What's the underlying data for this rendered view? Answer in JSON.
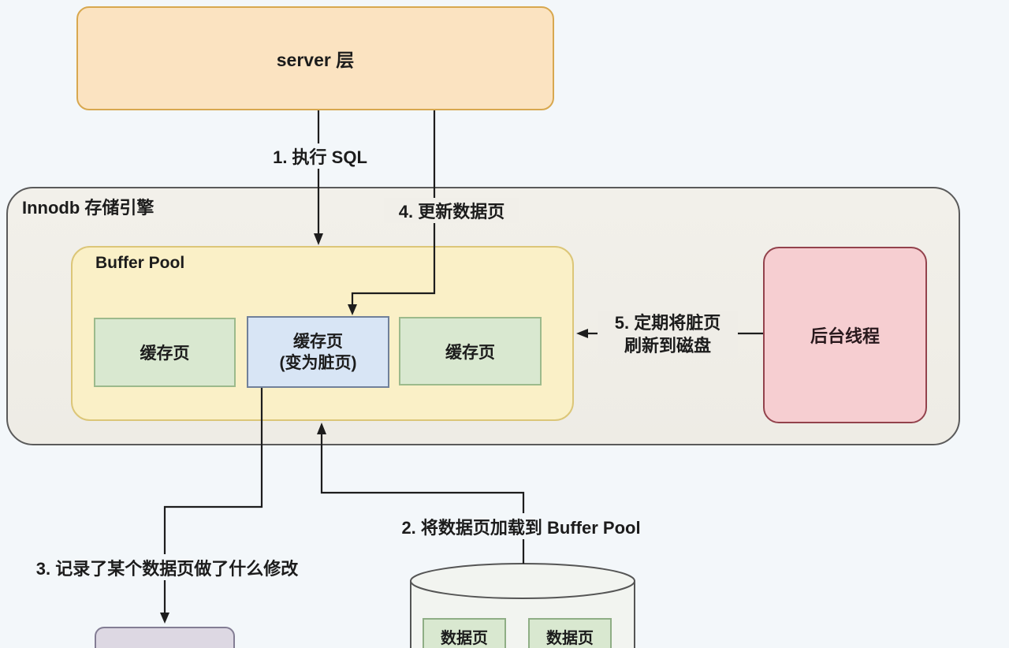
{
  "diagram_title": "MySQL InnoDB Buffer Pool update flow",
  "nodes": {
    "server": {
      "label": "server 层"
    },
    "innodb": {
      "label": "Innodb 存储引擎"
    },
    "buffer_pool": {
      "label": "Buffer Pool"
    },
    "cache_page_left": {
      "label": "缓存页"
    },
    "cache_page_dirty": {
      "label": "缓存页",
      "sublabel": "(变为脏页)"
    },
    "cache_page_right": {
      "label": "缓存页"
    },
    "background_thread": {
      "label": "后台线程"
    },
    "disk_data_page_left": {
      "label": "数据页"
    },
    "disk_data_page_right": {
      "label": "数据页"
    }
  },
  "edges": {
    "step1": {
      "label": "1. 执行 SQL"
    },
    "step2": {
      "label": "2. 将数据页加载到 Buffer Pool"
    },
    "step3": {
      "label": "3. 记录了某个数据页做了什么修改"
    },
    "step4": {
      "label": "4. 更新数据页"
    },
    "step5": {
      "label": "5. 定期将脏页",
      "label_line2": "刷新到磁盘"
    }
  },
  "palette": {
    "page_bg": "#f3f7fa",
    "server_fill": "#fbe3c1",
    "server_border": "#d8a84f",
    "innodb_fill": "#f0eee8",
    "innodb_border": "#5a5a5a",
    "pool_fill": "#faf0c7",
    "pool_border": "#dcc678",
    "green_fill": "#d9e8d0",
    "green_border": "#9cba8c",
    "blue_fill": "#d8e5f5",
    "blue_border": "#70809a",
    "pink_fill": "#f6ced1",
    "pink_border": "#93424c",
    "purple_fill": "#ddd8e3",
    "purple_border": "#837d94",
    "cylinder_fill": "#f2f4f0",
    "cylinder_border": "#555555",
    "connector": "#1d1d1d",
    "text": "#1c1c1c"
  }
}
